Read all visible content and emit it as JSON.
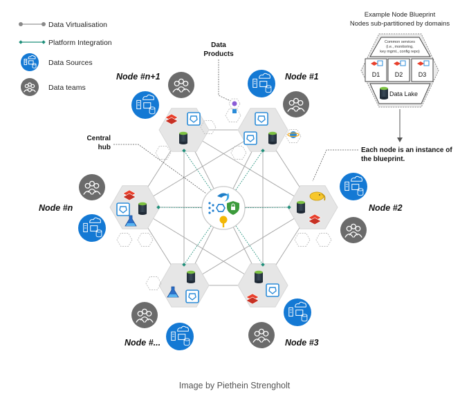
{
  "legend": [
    {
      "label": "Data Virtualisation",
      "kind": "virtualisation"
    },
    {
      "label": "Platform Integration",
      "kind": "integration"
    },
    {
      "label": "Data Sources",
      "kind": "sources"
    },
    {
      "label": "Data teams",
      "kind": "teams"
    }
  ],
  "nodes": [
    {
      "id": "n1",
      "label": "Node #1"
    },
    {
      "id": "n2",
      "label": "Node #2"
    },
    {
      "id": "n3",
      "label": "Node #3"
    },
    {
      "id": "ndots",
      "label": "Node #..."
    },
    {
      "id": "nn",
      "label": "Node #n"
    },
    {
      "id": "nn1",
      "label": "Node #n+1"
    }
  ],
  "callouts": {
    "data_products": [
      "Data",
      "Products"
    ],
    "central_hub": [
      "Central",
      "hub"
    ],
    "instance": [
      "Each node is an instance of",
      "the blueprint."
    ]
  },
  "blueprint": {
    "title": [
      "Example Node Blueprint",
      "Nodes sub-partitioned by domains"
    ],
    "common_services": [
      "Common services",
      "(i.e., monitoring,",
      "key mgmt., config repo)"
    ],
    "domains": [
      "D1",
      "D2",
      "D3"
    ],
    "data_lake": "Data Lake"
  },
  "caption": "Image by Piethein Strengholt",
  "colors": {
    "hex_fill": "#e6e6e6",
    "team_circle": "#6b6b6b",
    "source_circle": "#1479d4",
    "virtualisation_line": "#a8a8a8",
    "integration_line": "#1f8f7a"
  }
}
